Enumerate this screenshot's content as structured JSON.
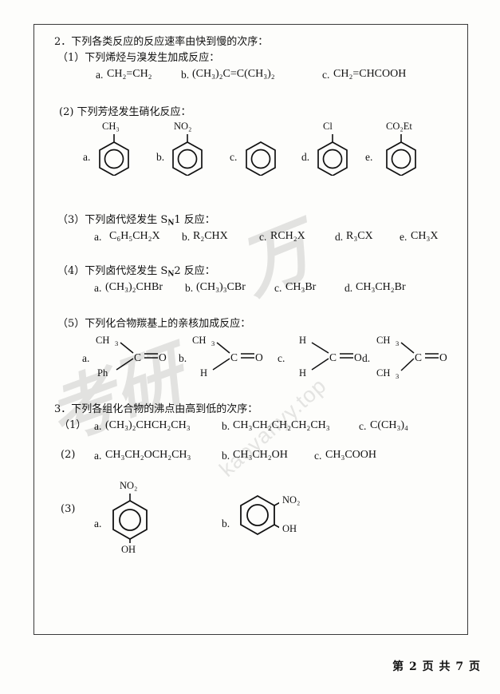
{
  "document": {
    "footer": "第 2 页  共 7 页",
    "watermark_url": "kaoyanyy.top",
    "watermark_cjk_1": "万",
    "watermark_cjk_2": "考研"
  },
  "q2": {
    "heading": "2．下列各类反应的反应速率由快到慢的次序：",
    "parts": {
      "p1": {
        "label": "（1）下列烯烃与溴发生加成反应：",
        "options": [
          {
            "key": "a.",
            "formula": "CH₂=CH₂"
          },
          {
            "key": "b.",
            "formula": "(CH₃)₂C=C(CH₃)₂"
          },
          {
            "key": "c.",
            "formula": "CH₂=CHCOOH"
          }
        ]
      },
      "p2": {
        "label": "(2) 下列芳烃发生硝化反应：",
        "options": [
          {
            "key": "a.",
            "substituent": "CH₃"
          },
          {
            "key": "b.",
            "substituent": "NO₂"
          },
          {
            "key": "c.",
            "substituent": ""
          },
          {
            "key": "d.",
            "substituent": "Cl"
          },
          {
            "key": "e.",
            "substituent": "CO₂Et"
          }
        ]
      },
      "p3": {
        "label": "（3）下列卤代烃发生 S",
        "label_sub": "N",
        "label_tail": "1 反应：",
        "options": [
          {
            "key": "a.",
            "formula": "C₆H₅CH₂X"
          },
          {
            "key": "b.",
            "formula": "R₂CHX"
          },
          {
            "key": "c.",
            "formula": "RCH₂X"
          },
          {
            "key": "d.",
            "formula": "R₃CX"
          },
          {
            "key": "e.",
            "formula": "CH₃X"
          }
        ]
      },
      "p4": {
        "label": "（4）下列卤代烃发生 S",
        "label_sub": "N",
        "label_tail": "2 反应：",
        "options": [
          {
            "key": "a.",
            "formula": "(CH₃)₂CHBr"
          },
          {
            "key": "b.",
            "formula": "(CH₃)₃CBr"
          },
          {
            "key": "c.",
            "formula": "CH₃Br"
          },
          {
            "key": "d.",
            "formula": "CH₃CH₂Br"
          }
        ]
      },
      "p5": {
        "label": "（5）下列化合物羰基上的亲核加成反应：",
        "options": [
          {
            "key": "a.",
            "top": "CH₃",
            "bottom": "Ph"
          },
          {
            "key": "b.",
            "top": "CH₃",
            "bottom": "H"
          },
          {
            "key": "c.",
            "top": "H",
            "bottom": "H"
          },
          {
            "key": "d.",
            "top": "CH₃",
            "bottom": "CH₃"
          }
        ]
      }
    }
  },
  "q3": {
    "heading": "3．下列各组化合物的沸点由高到低的次序：",
    "parts": {
      "p1": {
        "label": "（1）",
        "options": [
          {
            "key": "a.",
            "formula": "(CH₃)₂CHCH₂CH₃"
          },
          {
            "key": "b.",
            "formula": "CH₃CH₂CH₂CH₂CH₃"
          },
          {
            "key": "c.",
            "formula": "C(CH₃)₄"
          }
        ]
      },
      "p2": {
        "label": "(2)",
        "options": [
          {
            "key": "a.",
            "formula": "CH₃CH₂OCH₂CH₃"
          },
          {
            "key": "b.",
            "formula": "CH₃CH₂OH"
          },
          {
            "key": "c.",
            "formula": "CH₃COOH"
          }
        ]
      },
      "p3": {
        "label": "(3)",
        "options": [
          {
            "key": "a.",
            "top": "NO₂",
            "bottom": "OH",
            "isomer": "para"
          },
          {
            "key": "b.",
            "top": "NO₂",
            "bottom": "OH",
            "isomer": "ortho"
          }
        ]
      }
    }
  }
}
